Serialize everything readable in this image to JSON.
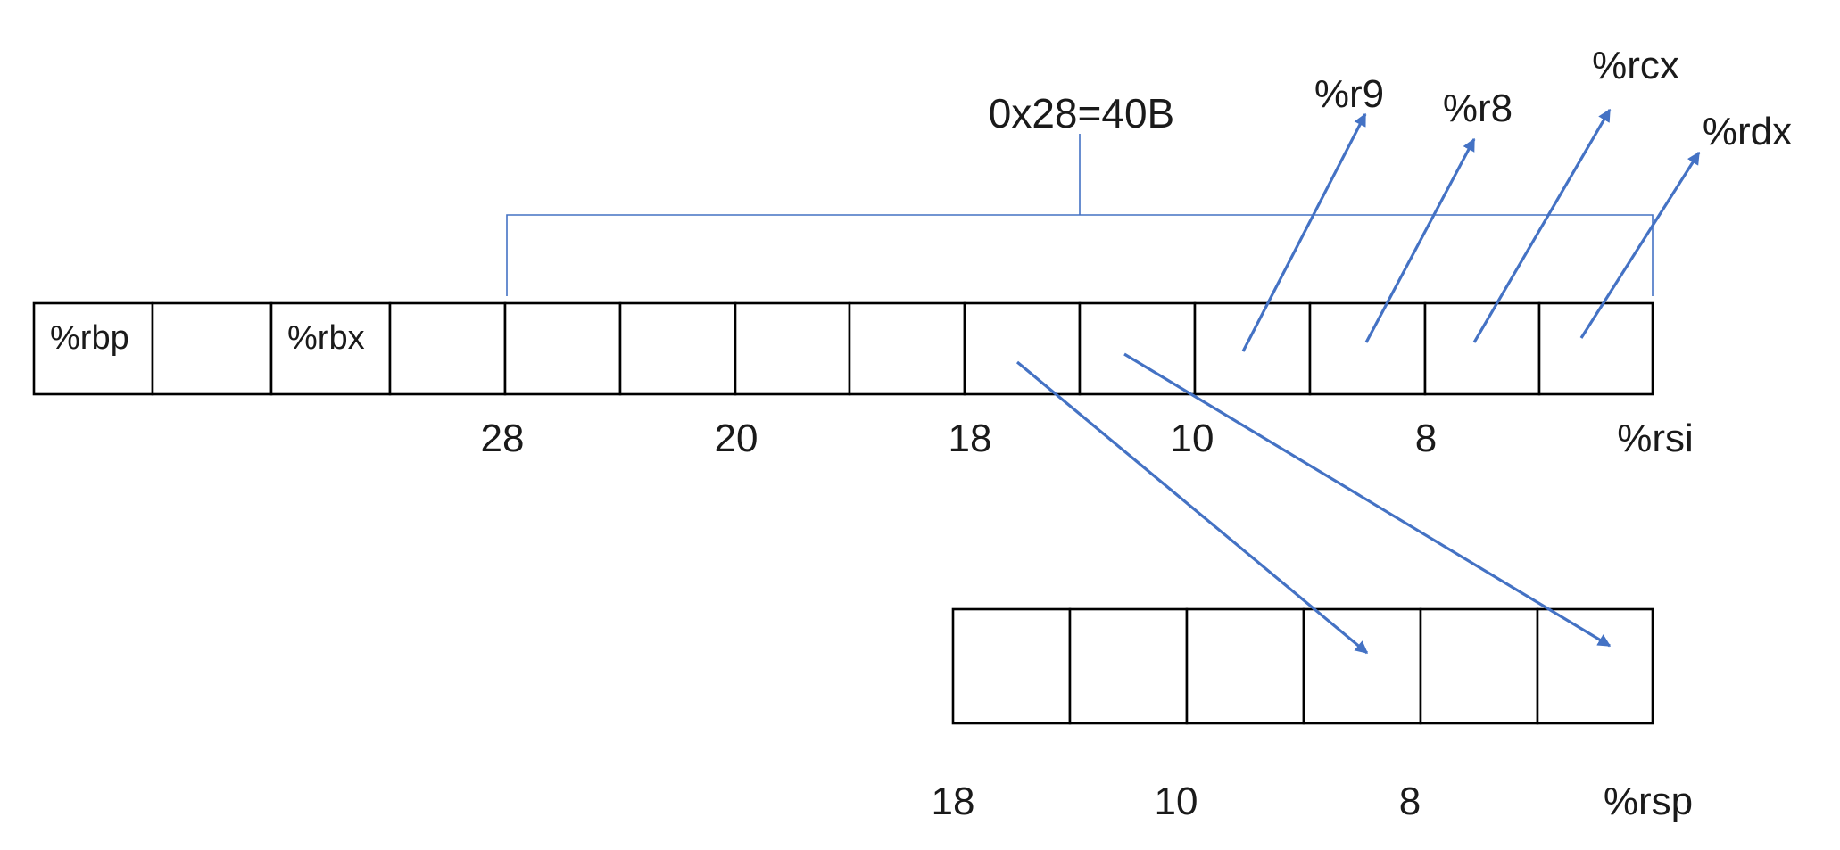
{
  "title": "0x28=40B",
  "top_stack": {
    "cell_labels": [
      "%rbp",
      "",
      "%rbx",
      "",
      "",
      "",
      "",
      "",
      "",
      "",
      "",
      "",
      "",
      ""
    ],
    "offset_labels": [
      "28",
      "20",
      "18",
      "10",
      "8",
      "%rsi"
    ]
  },
  "bottom_stack": {
    "offset_labels": [
      "18",
      "10",
      "8",
      "%rsp"
    ]
  },
  "registers": [
    "%r9",
    "%r8",
    "%rcx",
    "%rdx"
  ],
  "colors": {
    "arrow": "#4472c4",
    "cell_border": "#000000"
  }
}
